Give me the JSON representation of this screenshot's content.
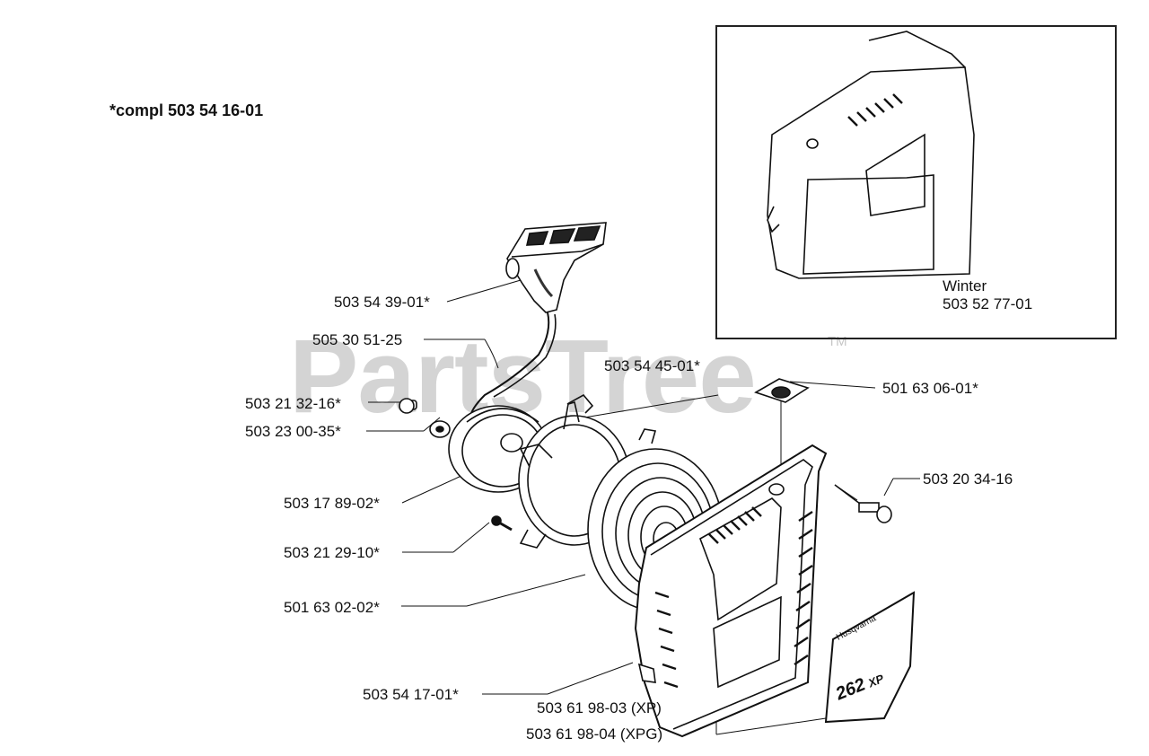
{
  "header": "*compl 503 54 16-01",
  "watermark": {
    "text": "PartsTree",
    "tm": "TM"
  },
  "inset": {
    "title": "Winter",
    "part": "503 52 77-01"
  },
  "decal": {
    "brand": "Husqvarna",
    "model": "262",
    "suffix": "XP"
  },
  "labels": {
    "handle": "503 54 39-01*",
    "rope": "505 30 51-25",
    "screw_a": "503 21 32-16*",
    "washer": "503 23 00-35*",
    "pulley": "503 17 89-02*",
    "screw_b": "503 21 29-10*",
    "spring": "501 63 02-02*",
    "bushing": "503 54 17-01*",
    "clip": "503 54 45-01*",
    "cap": "501 63 06-01*",
    "screw_c": "503 20 34-16",
    "cover_xp": "503 61 98-03 (XP)",
    "cover_xpg": "503 61 98-04 (XPG)"
  }
}
